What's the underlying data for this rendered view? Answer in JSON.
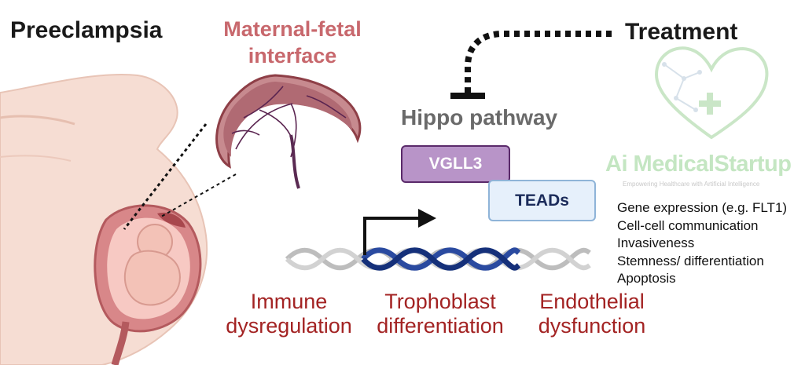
{
  "titles": {
    "preeclampsia": "Preeclampsia",
    "treatment": "Treatment",
    "interface_line1": "Maternal-fetal",
    "interface_line2": "interface"
  },
  "pathway": {
    "name": "Hippo pathway",
    "vgll3": "VGLL3",
    "teads": "TEADs"
  },
  "effects": [
    "Gene expression (e.g. FLT1)",
    "Cell-cell communication",
    "Invasiveness",
    "Stemness/ differentiation",
    "Apoptosis"
  ],
  "outcomes": [
    {
      "line1": "Immune",
      "line2": "dysregulation"
    },
    {
      "line1": "Trophoblast",
      "line2": "differentiation"
    },
    {
      "line1": "Endothelial",
      "line2": "dysfunction"
    }
  ],
  "watermark": {
    "text": "Ai MedicalStartup",
    "tagline": "Empowering Healthcare with Artificial Intelligence"
  },
  "colors": {
    "title": "#1a1a1a",
    "interface": "#c8686d",
    "outcome": "#a32323",
    "vgll3_fill": "#b894c8",
    "teads_fill": "#e6f0fb",
    "dna_blue": "#1f3f8f",
    "dna_grey": "#b9b9b9"
  }
}
